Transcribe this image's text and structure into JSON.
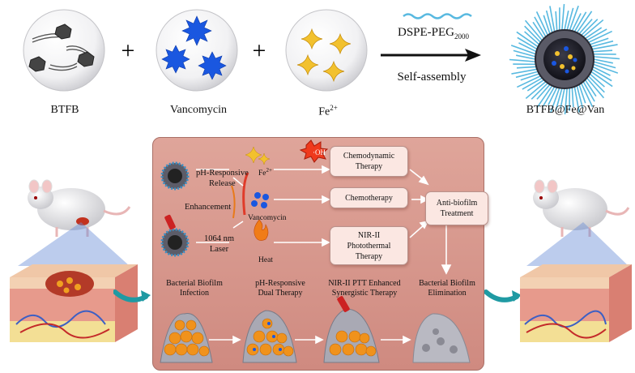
{
  "top": {
    "components": [
      {
        "label": "BTFB"
      },
      {
        "label": "Vancomycin"
      },
      {
        "label": "Fe",
        "sup": "2+"
      }
    ],
    "plus": "+",
    "reagent": {
      "main": "DSPE-PEG",
      "sub": "2000"
    },
    "process": "Self-assembly",
    "product": "BTFB@Fe@Van"
  },
  "panel": {
    "triggers": {
      "ph": [
        "pH-Responsive",
        "Release"
      ],
      "enhancement": "Enhancement",
      "nir": [
        "1064 nm",
        "Laser"
      ]
    },
    "agents": {
      "fe": {
        "main": "Fe",
        "sup": "2+"
      },
      "oh": "·OH",
      "vanco": "Vancomycin",
      "heat": "Heat"
    },
    "therapies": {
      "cdt": [
        "Chemodynamic",
        "Therapy"
      ],
      "chemo": "Chemotherapy",
      "ptt": [
        "NIR-II",
        "Photothermal",
        "Therapy"
      ],
      "anti": [
        "Anti-biofilm",
        "Treatment"
      ]
    },
    "steps": [
      [
        "Bacterial Biofilm",
        "Infection"
      ],
      [
        "pH-Responsive",
        "Dual Therapy"
      ],
      [
        "NIR-II PTT Enhanced",
        "Synergistic Therapy"
      ],
      [
        "Bacterial Biofilm",
        "Elimination"
      ]
    ]
  },
  "colors": {
    "panel": "#d99c92",
    "box": "#fbe7e2",
    "vancomycin": "#1a57e0",
    "fe": "#f2c12e",
    "peg": "#58b9e0",
    "arrow": "#111111"
  }
}
